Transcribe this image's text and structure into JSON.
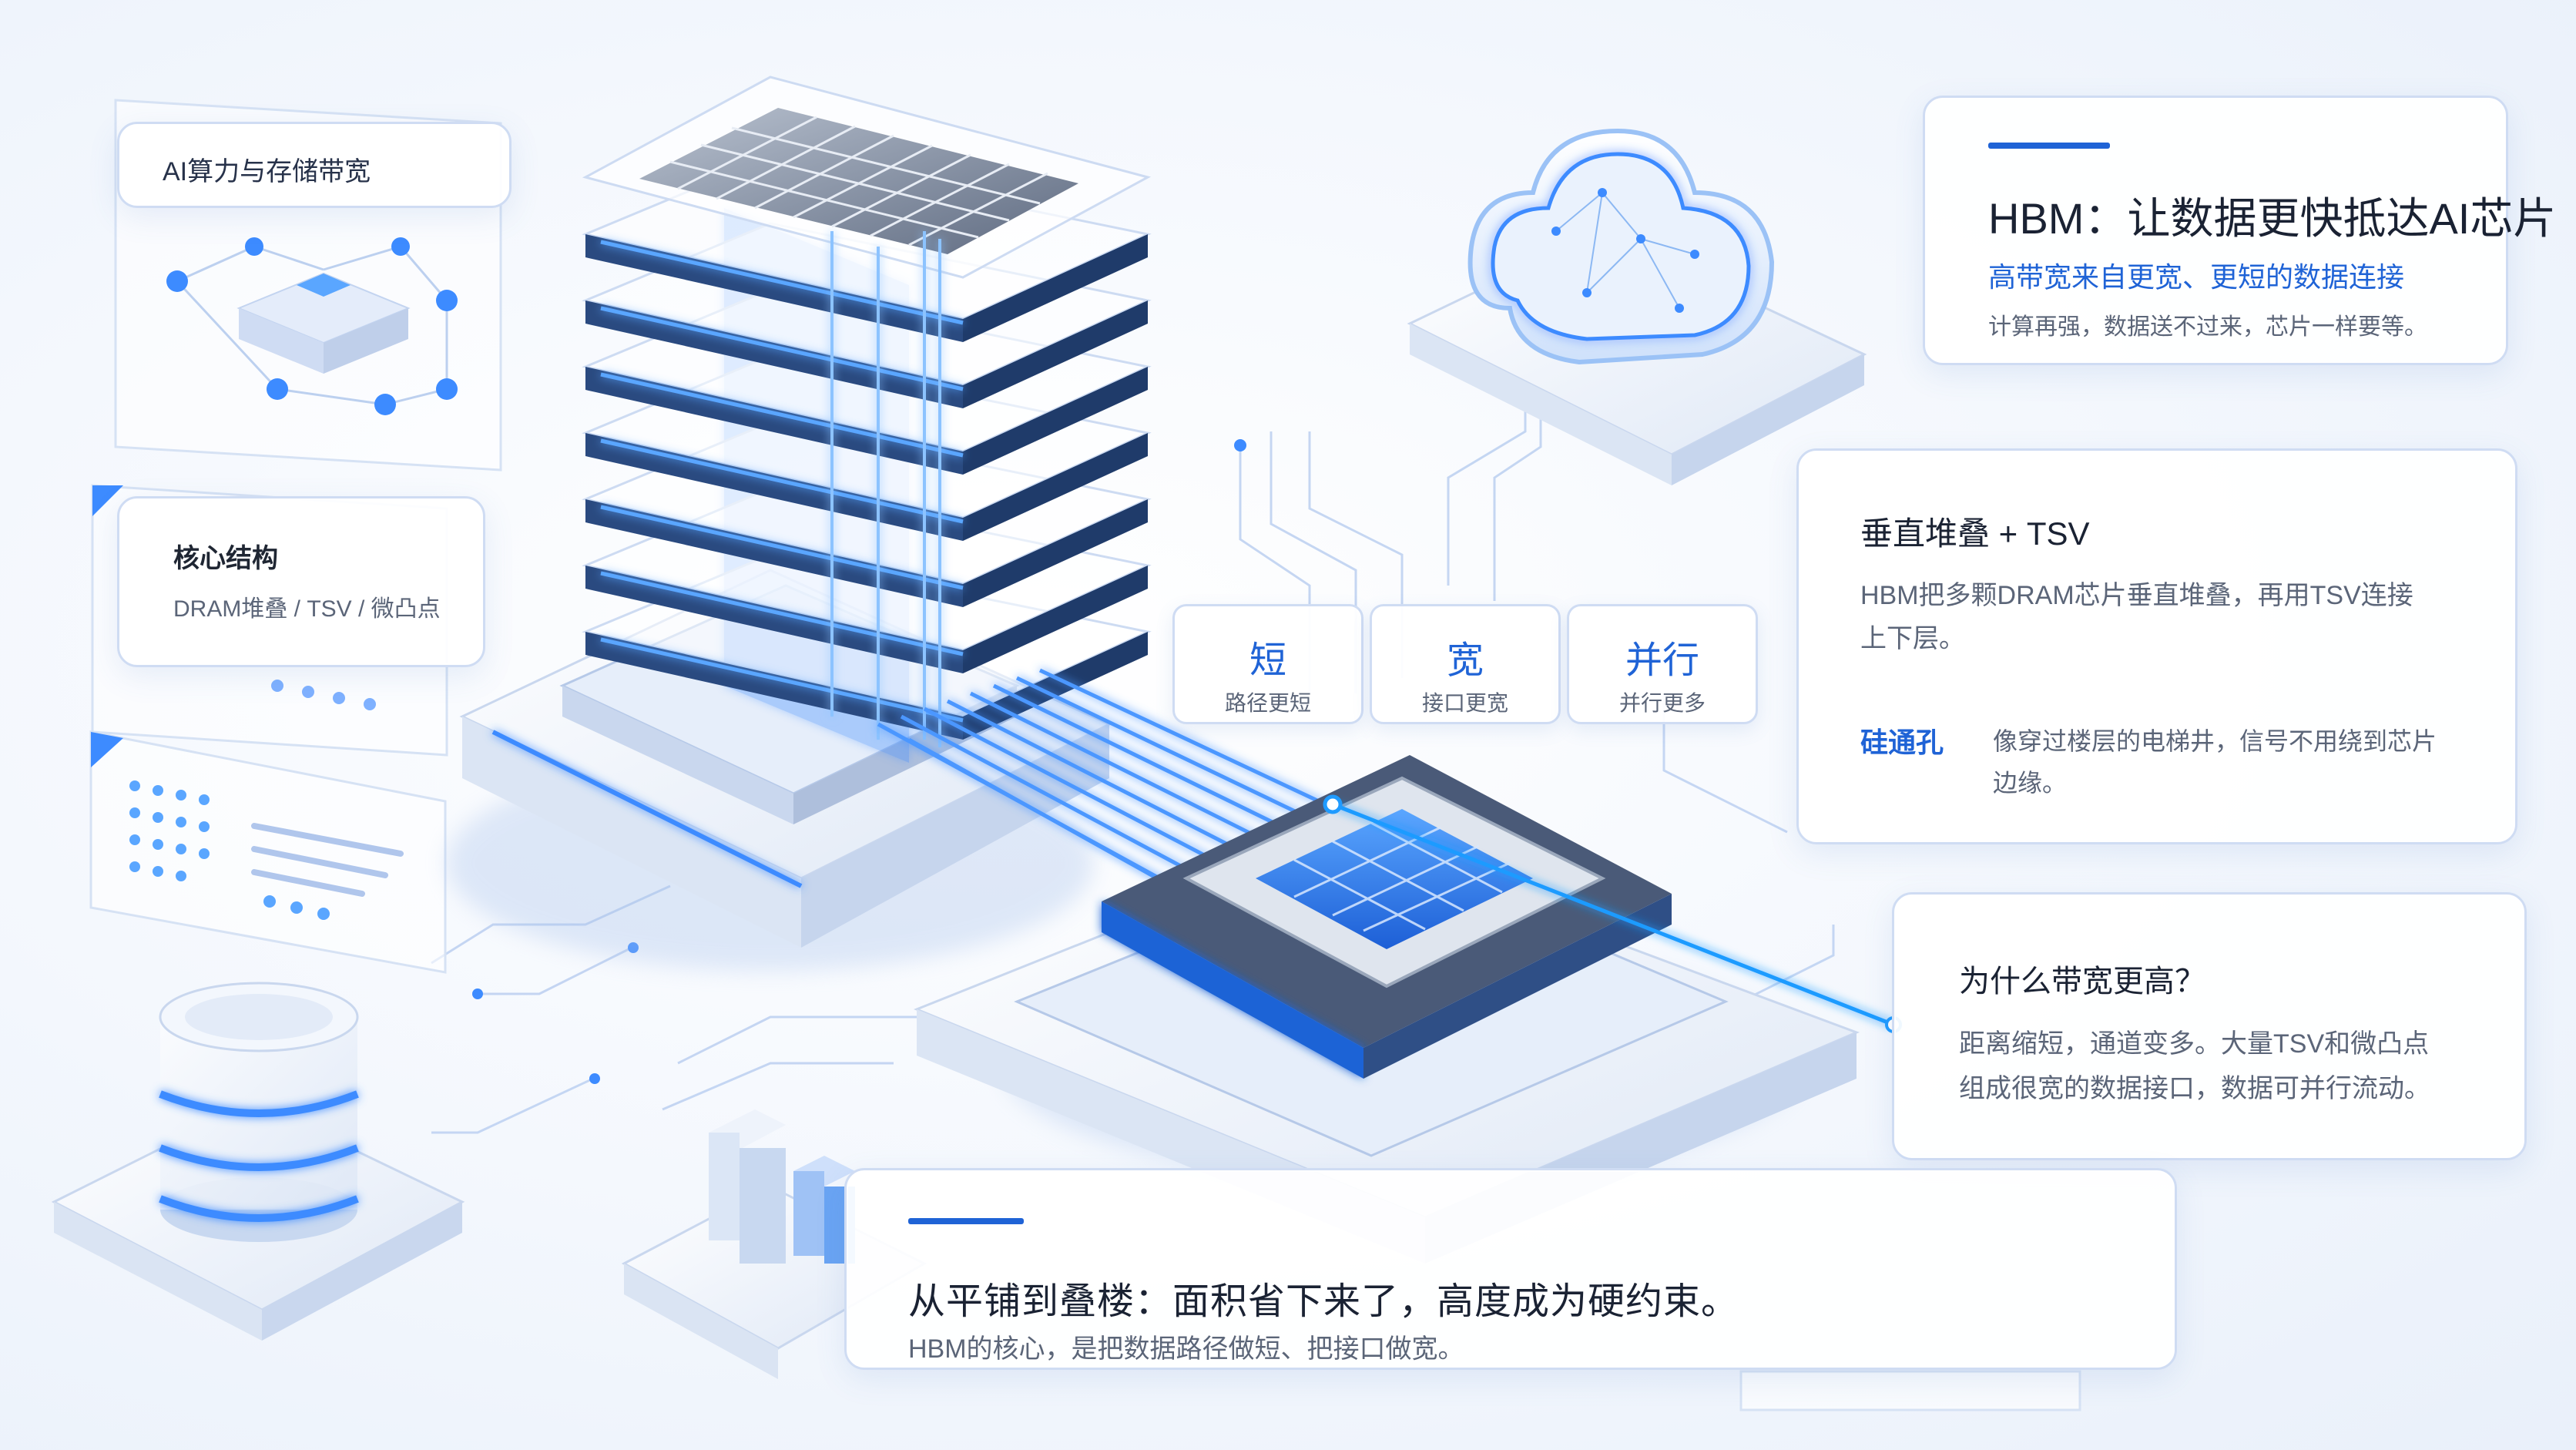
{
  "cards": {
    "ai_compute": {
      "label": "AI算力与存储带宽"
    },
    "core_structure": {
      "title": "核心结构",
      "subtitle": "DRAM堆叠 / TSV / 微凸点"
    },
    "hbm_header": {
      "title": "HBM：让数据更快抵达AI芯片",
      "subtitle": "高带宽来自更宽、更短的数据连接",
      "note": "计算再强，数据送不过来，芯片一样要等。"
    },
    "vertical_stack": {
      "title": "垂直堆叠 + TSV",
      "body_line1": "HBM把多颗DRAM芯片垂直堆叠，再用TSV连接",
      "body_line2": "上下层。",
      "term": "硅通孔",
      "definition_line1": "像穿过楼层的电梯井，信号不用绕到芯片",
      "definition_line2": "边缘。"
    },
    "why_bandwidth": {
      "title": "为什么带宽更高？",
      "body_line1": "距离缩短，通道变多。大量TSV和微凸点",
      "body_line2": "组成很宽的数据接口，数据可并行流动。"
    },
    "bottom_summary": {
      "title": "从平铺到叠楼：面积省下来了，高度成为硬约束。",
      "subtitle": "HBM的核心，是把数据路径做短、把接口做宽。"
    }
  },
  "keywords": [
    {
      "keyword": "短",
      "desc": "路径更短"
    },
    {
      "keyword": "宽",
      "desc": "接口更宽"
    },
    {
      "keyword": "并行",
      "desc": "并行更多"
    }
  ],
  "icons": [
    "hbm-stack-icon",
    "processor-chip-icon",
    "cloud-icon",
    "database-icon",
    "network-node-icon",
    "server-block-icon"
  ],
  "colors": {
    "accent": "#1f63d6",
    "glow": "#3d8bff",
    "card_border": "#cfdcf3",
    "text_dark": "#1a2233",
    "text_muted": "#5b6578"
  }
}
